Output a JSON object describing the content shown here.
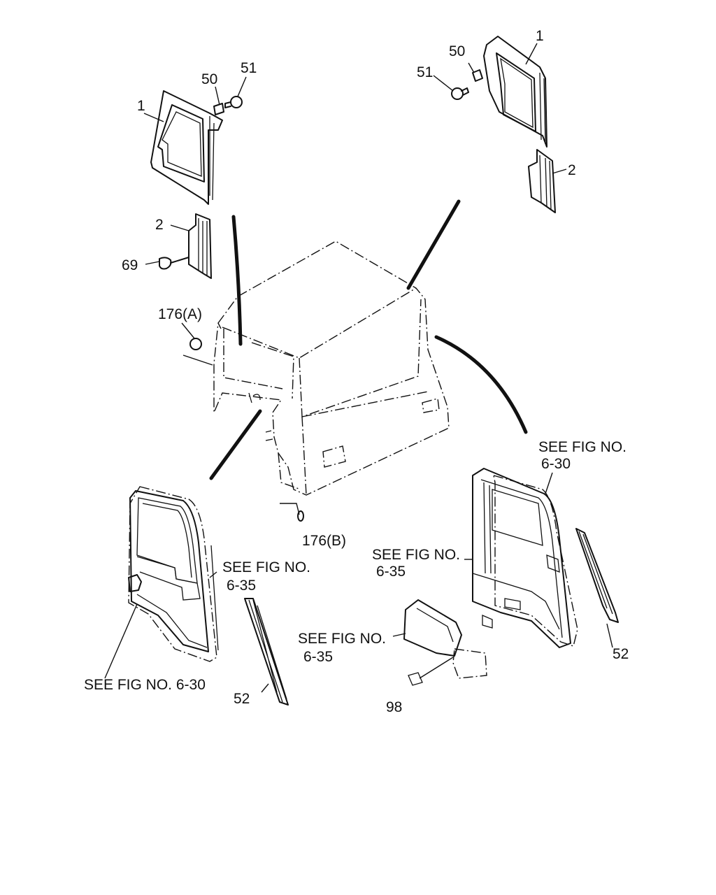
{
  "diagram": {
    "callouts": [
      {
        "id": "c-50-left",
        "text": "50"
      },
      {
        "id": "c-51-left",
        "text": "51"
      },
      {
        "id": "c-1-left",
        "text": "1"
      },
      {
        "id": "c-2-left",
        "text": "2"
      },
      {
        "id": "c-69",
        "text": "69"
      },
      {
        "id": "c-176a",
        "text": "176(A)"
      },
      {
        "id": "c-50-right",
        "text": "50"
      },
      {
        "id": "c-51-right",
        "text": "51"
      },
      {
        "id": "c-1-right",
        "text": "1"
      },
      {
        "id": "c-2-right",
        "text": "2"
      },
      {
        "id": "c-176b",
        "text": "176(B)"
      },
      {
        "id": "c-52-left",
        "text": "52"
      },
      {
        "id": "c-52-right",
        "text": "52"
      },
      {
        "id": "c-98",
        "text": "98"
      }
    ],
    "references": [
      {
        "id": "r-left-door-top-1",
        "text": "SEE FIG NO."
      },
      {
        "id": "r-left-door-top-2",
        "text": "6-35"
      },
      {
        "id": "r-left-door-bottom",
        "text": "SEE FIG NO. 6-30"
      },
      {
        "id": "r-right-door-top-1",
        "text": "SEE FIG NO."
      },
      {
        "id": "r-right-door-top-2",
        "text": "6-30"
      },
      {
        "id": "r-right-door-mid-1",
        "text": "SEE FIG NO."
      },
      {
        "id": "r-right-door-mid-2",
        "text": "6-35"
      },
      {
        "id": "r-right-panel-1",
        "text": "SEE FIG NO."
      },
      {
        "id": "r-right-panel-2",
        "text": "6-35"
      }
    ]
  }
}
